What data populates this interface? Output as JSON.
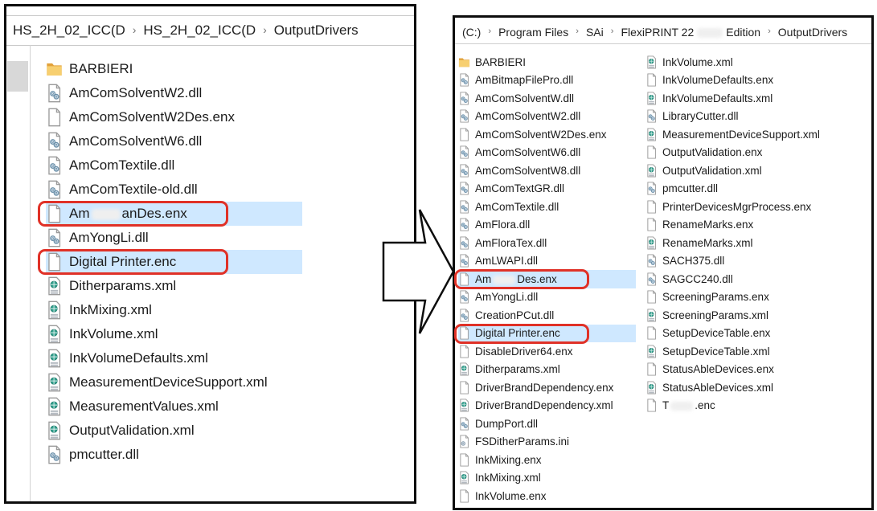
{
  "colors": {
    "selection_highlight": "#cfe8ff",
    "annotation_red": "#e03127",
    "panel_border": "#0d0d0d",
    "folder_yellow": "#f7cf70",
    "dll_accent": "#6b8fa8",
    "xml_globe_green": "#31a08d"
  },
  "left_panel": {
    "breadcrumb": [
      {
        "label": "HS_2H_02_ICC(D"
      },
      {
        "label": "HS_2H_02_ICC(D"
      },
      {
        "label": "OutputDrivers"
      }
    ],
    "files": [
      {
        "name": "BARBIERI",
        "icon": "folder"
      },
      {
        "name": "AmComSolventW2.dll",
        "icon": "dll"
      },
      {
        "name": "AmComSolventW2Des.enx",
        "icon": "file"
      },
      {
        "name": "AmComSolventW6.dll",
        "icon": "dll"
      },
      {
        "name": "AmComTextile.dll",
        "icon": "dll"
      },
      {
        "name": "AmComTextile-old.dll",
        "icon": "dll"
      },
      {
        "prefix": "Am",
        "suffix": "anDes.enx",
        "redacted": true,
        "icon": "file",
        "highlighted": true,
        "red_box": true
      },
      {
        "name": "AmYongLi.dll",
        "icon": "dll"
      },
      {
        "name": "Digital Printer.enc",
        "icon": "file",
        "highlighted": true,
        "red_box": true
      },
      {
        "name": "Ditherparams.xml",
        "icon": "xml"
      },
      {
        "name": "InkMixing.xml",
        "icon": "xml"
      },
      {
        "name": "InkVolume.xml",
        "icon": "xml"
      },
      {
        "name": "InkVolumeDefaults.xml",
        "icon": "xml"
      },
      {
        "name": "MeasurementDeviceSupport.xml",
        "icon": "xml"
      },
      {
        "name": "MeasurementValues.xml",
        "icon": "xml"
      },
      {
        "name": "OutputValidation.xml",
        "icon": "xml"
      },
      {
        "name": "pmcutter.dll",
        "icon": "dll"
      }
    ]
  },
  "right_panel": {
    "breadcrumb": [
      {
        "label": "(C:)"
      },
      {
        "label": "Program Files"
      },
      {
        "label": "SAi"
      },
      {
        "prefix": "FlexiPRINT 22",
        "suffix": "Edition",
        "redacted": true
      },
      {
        "label": "OutputDrivers"
      }
    ],
    "columns": [
      {
        "files": [
          {
            "name": "BARBIERI",
            "icon": "folder"
          },
          {
            "name": "AmBitmapFilePro.dll",
            "icon": "dll"
          },
          {
            "name": "AmComSolventW.dll",
            "icon": "dll"
          },
          {
            "name": "AmComSolventW2.dll",
            "icon": "dll"
          },
          {
            "name": "AmComSolventW2Des.enx",
            "icon": "file"
          },
          {
            "name": "AmComSolventW6.dll",
            "icon": "dll"
          },
          {
            "name": "AmComSolventW8.dll",
            "icon": "dll"
          },
          {
            "name": "AmComTextGR.dll",
            "icon": "dll"
          },
          {
            "name": "AmComTextile.dll",
            "icon": "dll"
          },
          {
            "name": "AmFlora.dll",
            "icon": "dll"
          },
          {
            "name": "AmFloraTex.dll",
            "icon": "dll"
          },
          {
            "name": "AmLWAPI.dll",
            "icon": "dll"
          },
          {
            "prefix": "Am",
            "suffix": "Des.enx",
            "redacted": true,
            "icon": "file",
            "highlighted": true,
            "red_box": true
          },
          {
            "name": "AmYongLi.dll",
            "icon": "dll"
          },
          {
            "name": "CreationPCut.dll",
            "icon": "dll"
          },
          {
            "name": "Digital Printer.enc",
            "icon": "file",
            "highlighted": true,
            "red_box": true
          },
          {
            "name": "DisableDriver64.enx",
            "icon": "file"
          },
          {
            "name": "Ditherparams.xml",
            "icon": "xml"
          },
          {
            "name": "DriverBrandDependency.enx",
            "icon": "file"
          },
          {
            "name": "DriverBrandDependency.xml",
            "icon": "xml"
          },
          {
            "name": "DumpPort.dll",
            "icon": "dll"
          },
          {
            "name": "FSDitherParams.ini",
            "icon": "ini"
          },
          {
            "name": "InkMixing.enx",
            "icon": "file"
          },
          {
            "name": "InkMixing.xml",
            "icon": "xml"
          },
          {
            "name": "InkVolume.enx",
            "icon": "file"
          }
        ]
      },
      {
        "files": [
          {
            "name": "InkVolume.xml",
            "icon": "xml"
          },
          {
            "name": "InkVolumeDefaults.enx",
            "icon": "file"
          },
          {
            "name": "InkVolumeDefaults.xml",
            "icon": "xml"
          },
          {
            "name": "LibraryCutter.dll",
            "icon": "dll"
          },
          {
            "name": "MeasurementDeviceSupport.xml",
            "icon": "xml"
          },
          {
            "name": "OutputValidation.enx",
            "icon": "file"
          },
          {
            "name": "OutputValidation.xml",
            "icon": "xml"
          },
          {
            "name": "pmcutter.dll",
            "icon": "dll"
          },
          {
            "name": "PrinterDevicesMgrProcess.enx",
            "icon": "file"
          },
          {
            "name": "RenameMarks.enx",
            "icon": "file"
          },
          {
            "name": "RenameMarks.xml",
            "icon": "xml"
          },
          {
            "name": "SACH375.dll",
            "icon": "dll"
          },
          {
            "name": "SAGCC240.dll",
            "icon": "dll"
          },
          {
            "name": "ScreeningParams.enx",
            "icon": "file"
          },
          {
            "name": "ScreeningParams.xml",
            "icon": "xml"
          },
          {
            "name": "SetupDeviceTable.enx",
            "icon": "file"
          },
          {
            "name": "SetupDeviceTable.xml",
            "icon": "xml"
          },
          {
            "name": "StatusAbleDevices.enx",
            "icon": "file"
          },
          {
            "name": "StatusAbleDevices.xml",
            "icon": "xml"
          },
          {
            "prefix": "T",
            "suffix": ".enc",
            "redacted": true,
            "icon": "file"
          }
        ]
      }
    ]
  }
}
